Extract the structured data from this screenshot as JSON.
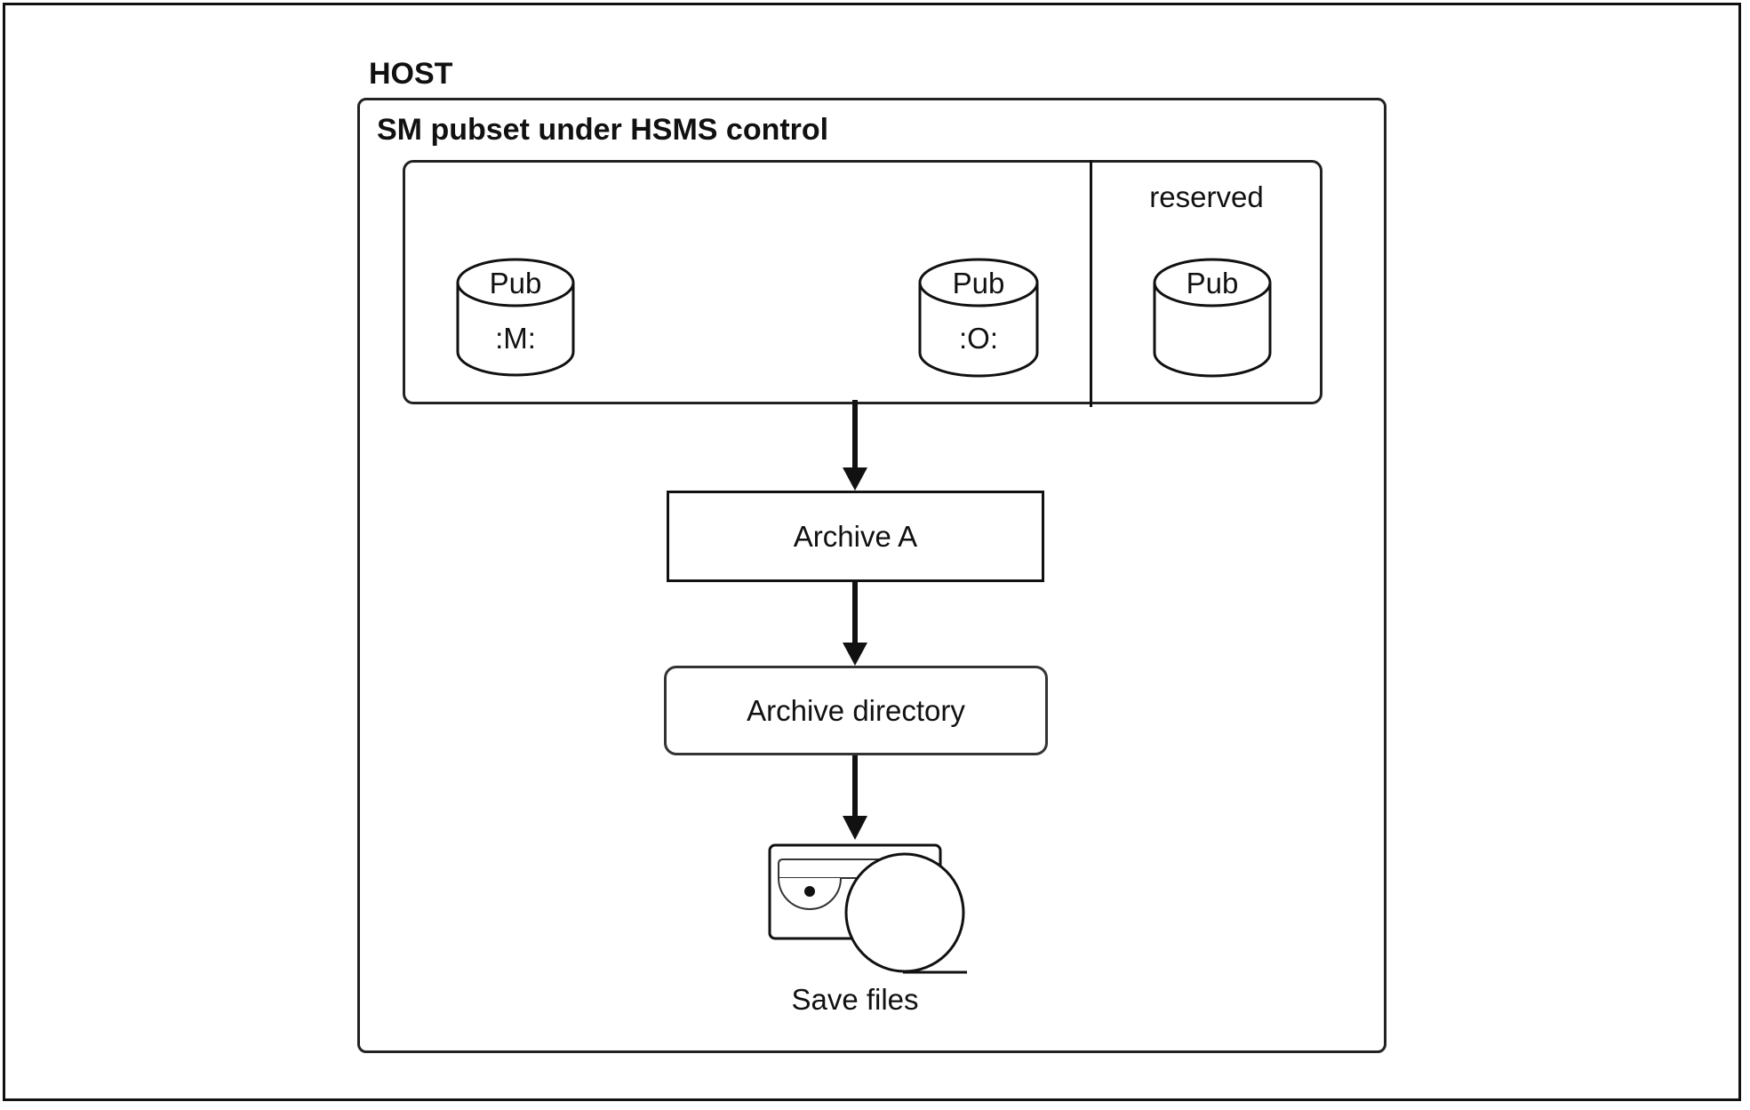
{
  "diagram": {
    "host_label": "HOST",
    "pubset_title": "SM pubset under HSMS control",
    "volumes": [
      {
        "top": "Pub",
        "bottom": ":M:"
      },
      {
        "top": "Pub",
        "bottom": ":O:"
      },
      {
        "top": "Pub",
        "bottom": ""
      }
    ],
    "reserved_label": "reserved",
    "archive_label": "Archive A",
    "archive_directory_label": "Archive directory",
    "save_files_label": "Save files",
    "line_color": "#111111",
    "background_color": "#ffffff"
  }
}
